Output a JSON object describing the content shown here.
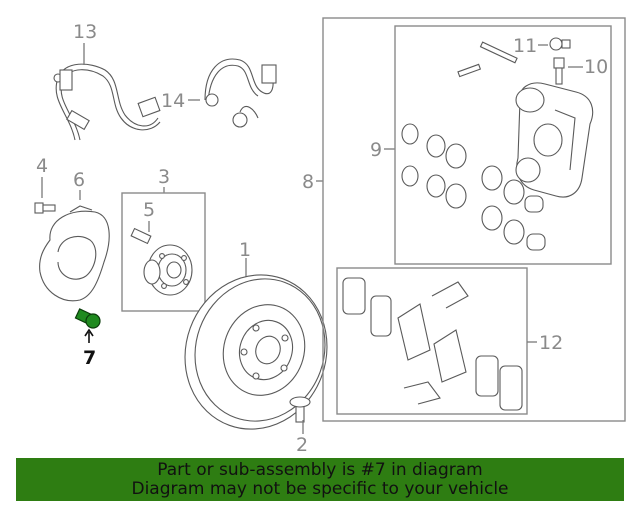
{
  "callouts": {
    "c1": "1",
    "c2": "2",
    "c3": "3",
    "c4": "4",
    "c5": "5",
    "c6": "6",
    "c7": "7",
    "c8": "8",
    "c9": "9",
    "c10": "10",
    "c11": "11",
    "c12": "12",
    "c13": "13",
    "c14": "14"
  },
  "highlighted_part": "7",
  "colors": {
    "banner": "#2e7d12",
    "highlight_part": "#1f8a1f",
    "linework": "#7a7a7a"
  },
  "banner": {
    "line1": "Part or sub-assembly is #7 in diagram",
    "line2": "Diagram may not be specific to your vehicle"
  }
}
